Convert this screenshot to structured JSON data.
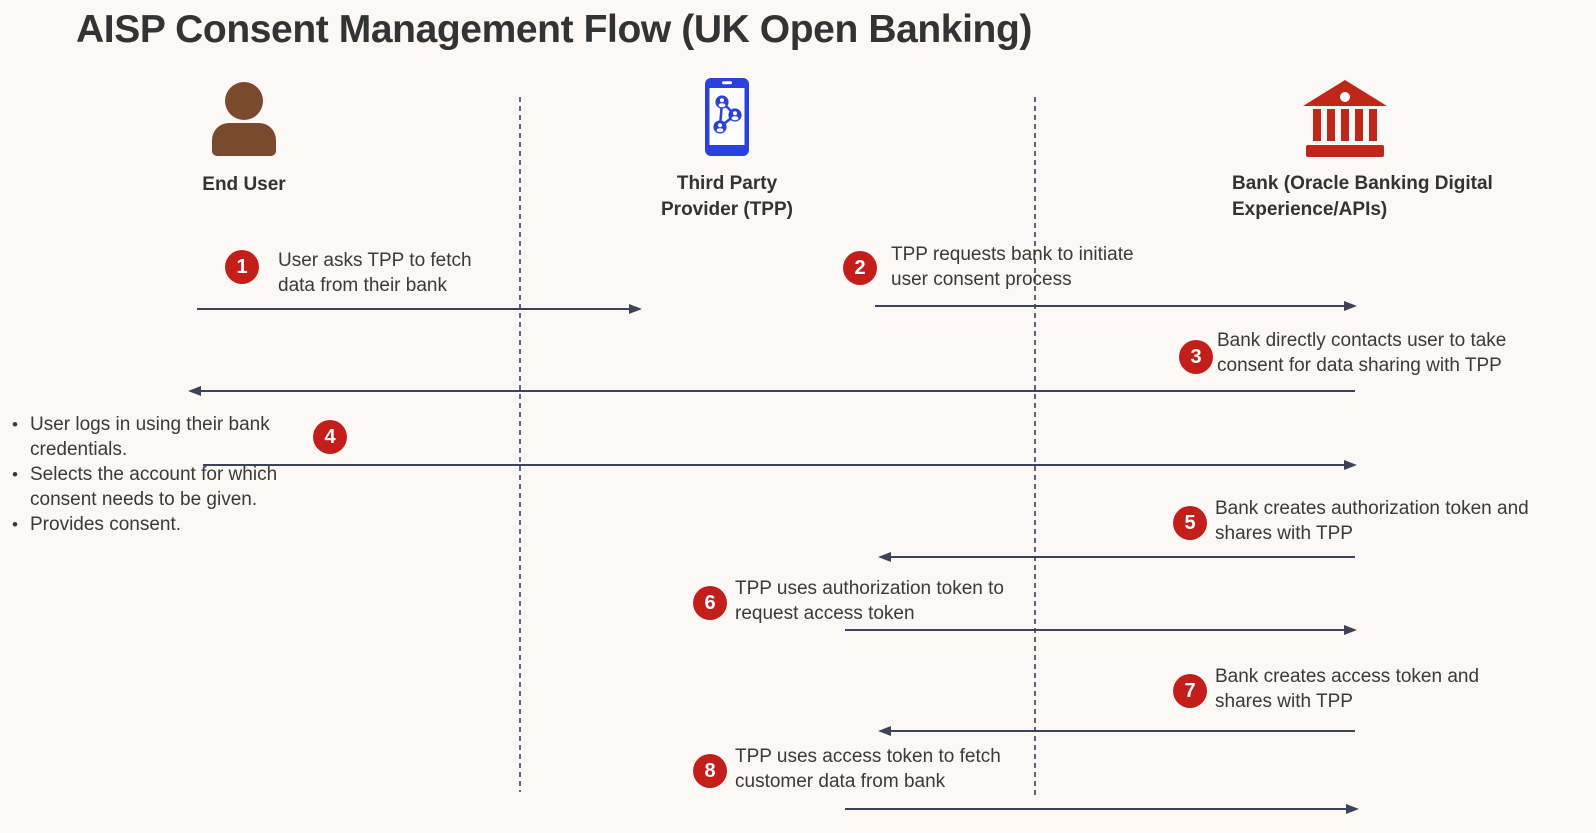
{
  "title": "AISP Consent Management Flow (UK Open Banking)",
  "colors": {
    "page-bg": "#FBF8F5",
    "text": "#3A3A3A",
    "badge-red": "#C41E1A",
    "bank-red": "#C0271B",
    "person-brown": "#7A4A2E",
    "phone-blue": "#2B41DB",
    "arrow": "#3E4359",
    "lifeline": "#62627E"
  },
  "actors": [
    {
      "label": "End User",
      "icon": "person-icon"
    },
    {
      "label": "Third Party Provider (TPP)",
      "icon": "mobile-tpp-network-icon"
    },
    {
      "label": "Bank (Oracle Banking Digital Experience/APIs)",
      "icon": "bank-building-icon"
    }
  ],
  "steps": [
    {
      "number": "1",
      "text": "User asks TPP to fetch data from their bank",
      "from": "End User",
      "to": "Third Party Provider (TPP)",
      "arrow_direction": "right"
    },
    {
      "number": "2",
      "text": "TPP requests bank to initiate user consent process",
      "from": "Third Party Provider (TPP)",
      "to": "Bank",
      "arrow_direction": "right"
    },
    {
      "number": "3",
      "text": "Bank directly contacts user to take consent for data sharing with TPP",
      "from": "Bank",
      "to": "End User",
      "arrow_direction": "left"
    },
    {
      "number": "4",
      "bullets": [
        "User logs in using their bank credentials.",
        "Selects the account for which consent needs to be given.",
        "Provides consent."
      ],
      "from": "End User",
      "to": "Bank",
      "arrow_direction": "right"
    },
    {
      "number": "5",
      "text": "Bank creates authorization token and shares with TPP",
      "from": "Bank",
      "to": "Third Party Provider (TPP)",
      "arrow_direction": "left"
    },
    {
      "number": "6",
      "text": "TPP uses authorization token to request access token",
      "from": "Third Party Provider (TPP)",
      "to": "Bank",
      "arrow_direction": "right"
    },
    {
      "number": "7",
      "text": "Bank creates access token and shares with TPP",
      "from": "Bank",
      "to": "Third Party Provider (TPP)",
      "arrow_direction": "left"
    },
    {
      "number": "8",
      "text": "TPP uses access token to fetch customer data from bank",
      "from": "Third Party Provider (TPP)",
      "to": "Bank",
      "arrow_direction": "right"
    }
  ]
}
